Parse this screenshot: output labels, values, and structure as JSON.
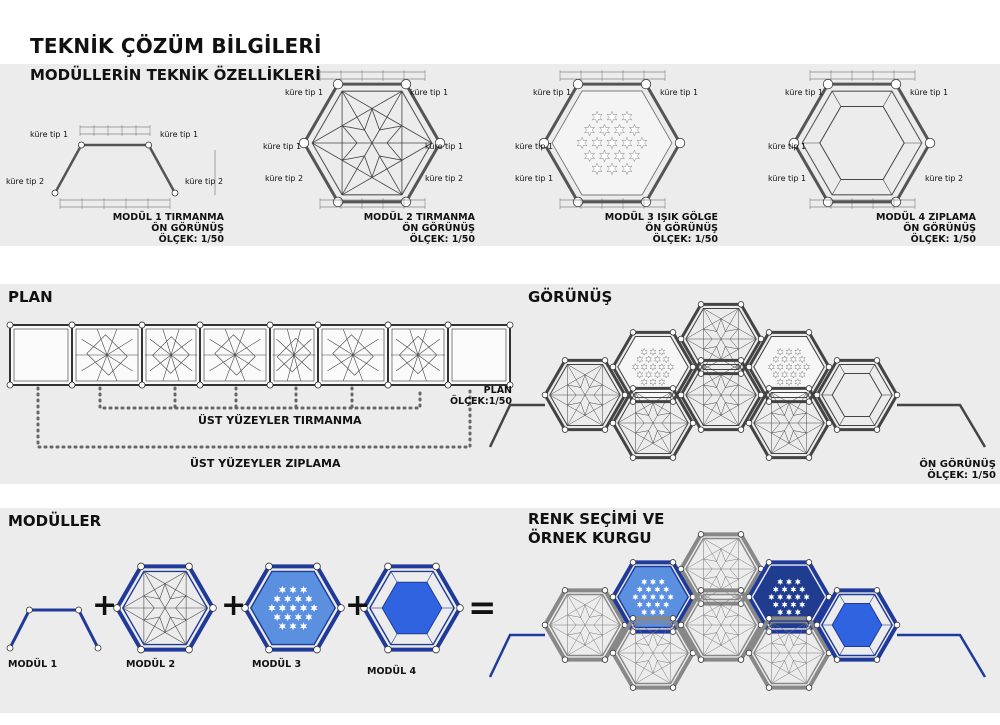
{
  "title": "TEKNİK ÇÖZÜM BİLGİLERİ",
  "modules_tech": {
    "heading": "MODÜLLERİN TEKNİK ÖZELLİKLERİ",
    "sphere_labels": [
      "küre tip 1",
      "küre tip 2"
    ],
    "captions": [
      {
        "l1": "MODÜL  1 TIRMANMA",
        "l2": "ÖN GÖRÜNÜŞ",
        "l3": "ÖLÇEK: 1/50"
      },
      {
        "l1": "MODÜL  2 TIRMANMA",
        "l2": "ÖN GÖRÜNÜŞ",
        "l3": "ÖLÇEK: 1/50"
      },
      {
        "l1": "MODÜL  3 IŞIK GÖLGE",
        "l2": "ÖN GÖRÜNÜŞ",
        "l3": "ÖLÇEK: 1/50"
      },
      {
        "l1": "MODÜL  4 ZIPLAMA",
        "l2": "ÖN GÖRÜNÜŞ",
        "l3": "ÖLÇEK: 1/50"
      }
    ]
  },
  "plan": {
    "heading": "PLAN",
    "caption1": "PLAN",
    "caption2": "ÖLÇEK:1/50",
    "label_climb": "ÜST YÜZEYLER TIRMANMA",
    "label_jump": "ÜST YÜZEYLER ZIPLAMA"
  },
  "elevation": {
    "heading": "GÖRÜNÜŞ",
    "caption1": "ÖN GÖRÜNÜŞ",
    "caption2": "ÖLÇEK: 1/50"
  },
  "modules": {
    "heading": "MODÜLLER",
    "labels": [
      "MODÜL  1",
      "MODÜL  2",
      "MODÜL  3",
      "MODÜL  4"
    ],
    "plus": "+",
    "equals": "="
  },
  "color_choice": {
    "heading_l1": "RENK SEÇİMİ VE",
    "heading_l2": "ÖRNEK KURGU"
  },
  "colors": {
    "band": "#ececec",
    "frame_blue": "#1f3a9a",
    "light_blue": "#5b8fe0",
    "bright_blue": "#2f63e0",
    "dark_blue": "#203c8f"
  }
}
